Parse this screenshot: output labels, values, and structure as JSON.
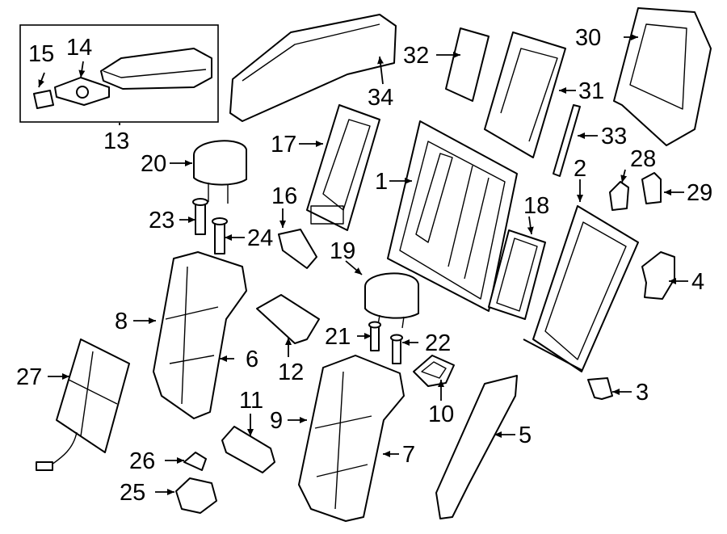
{
  "diagram": {
    "callouts": {
      "p1": "1",
      "p2": "2",
      "p3": "3",
      "p4": "4",
      "p5": "5",
      "p6": "6",
      "p7": "7",
      "p8": "8",
      "p9": "9",
      "p10": "10",
      "p11": "11",
      "p12": "12",
      "p13": "13",
      "p14": "14",
      "p15": "15",
      "p16": "16",
      "p17": "17",
      "p18": "18",
      "p19": "19",
      "p20": "20",
      "p21": "21",
      "p22": "22",
      "p23": "23",
      "p24": "24",
      "p25": "25",
      "p26": "26",
      "p27": "27",
      "p28": "28",
      "p29": "29",
      "p30": "30",
      "p31": "31",
      "p32": "32",
      "p33": "33",
      "p34": "34"
    }
  }
}
